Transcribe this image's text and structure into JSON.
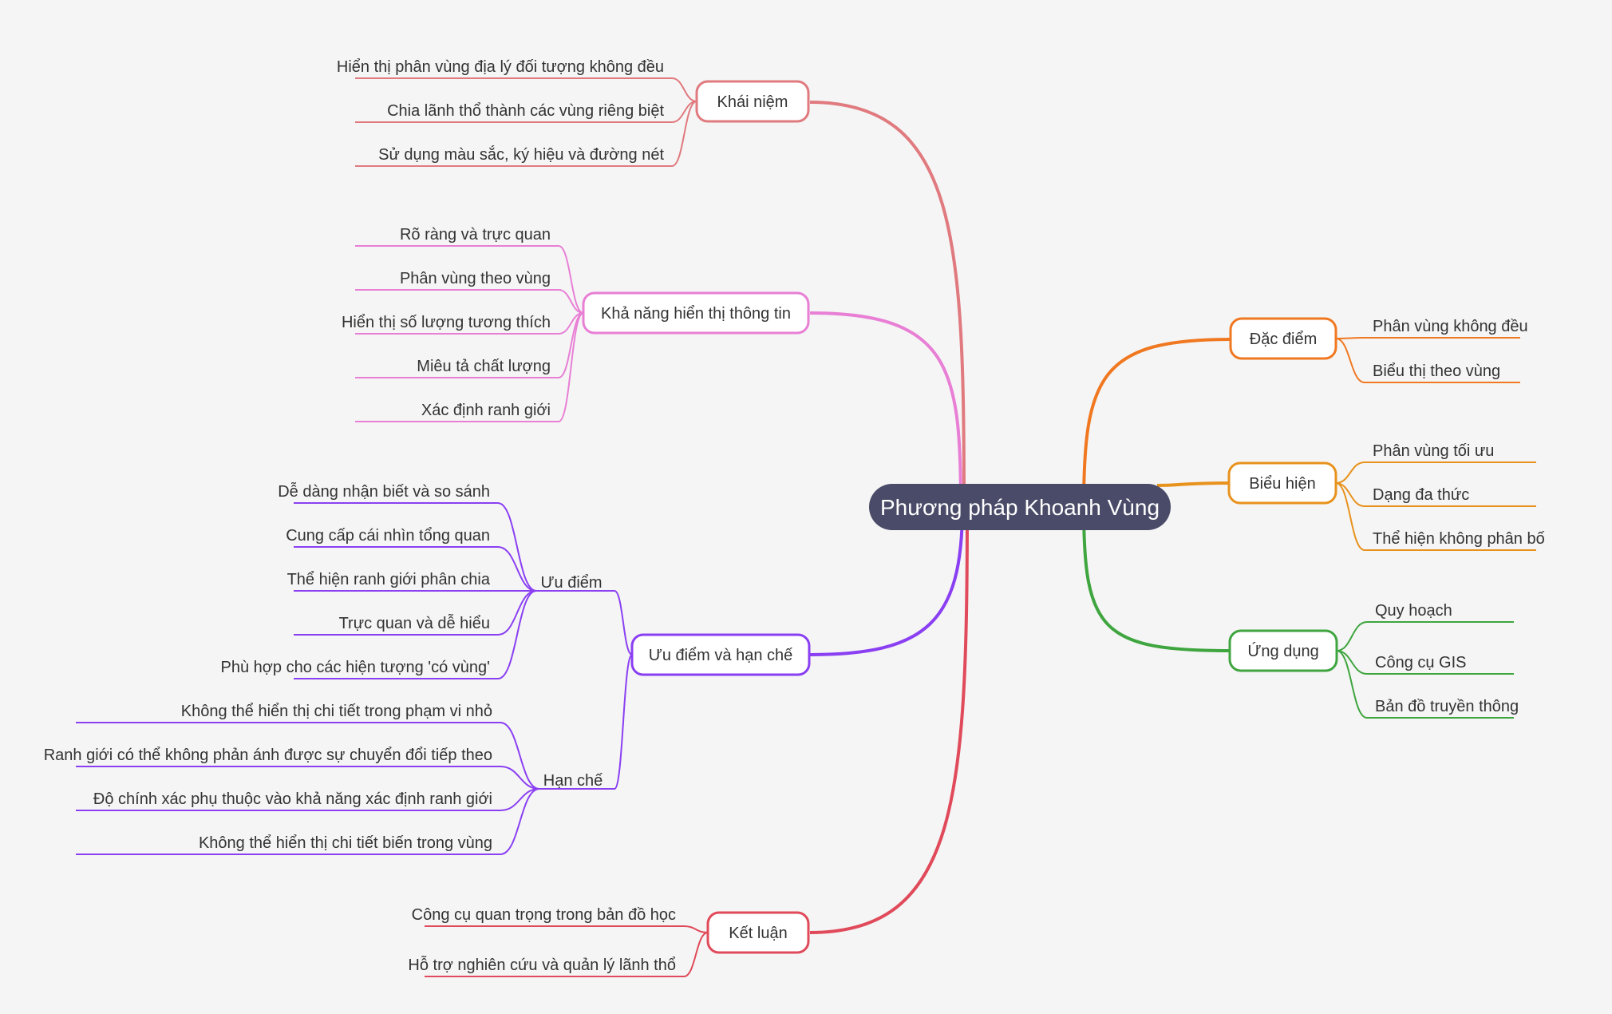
{
  "root": {
    "label": "Phương pháp Khoanh Vùng"
  },
  "colors": {
    "khai_niem": "#e07a7f",
    "kha_nang": "#e87fd5",
    "uu_diem_han_che": "#8a3ff2",
    "ket_luan": "#e04a5a",
    "dac_diem": "#f07820",
    "bieu_hien": "#e8921e",
    "ung_dung": "#3fa53f"
  },
  "branches": {
    "khai_niem": {
      "label": "Khái niệm",
      "items": [
        "Hiển thị phân vùng địa lý đối tượng không đều",
        "Chia lãnh thổ thành các vùng riêng biệt",
        "Sử dụng màu sắc, ký hiệu và đường nét"
      ]
    },
    "kha_nang": {
      "label": "Khả năng hiển thị thông tin",
      "items": [
        "Rõ ràng và trực quan",
        "Phân vùng theo vùng",
        "Hiển thị số lượng tương thích",
        "Miêu tả chất lượng",
        "Xác định ranh giới"
      ]
    },
    "uu_diem_han_che": {
      "label": "Ưu điểm và hạn chế",
      "uu_diem": {
        "label": "Ưu điểm",
        "items": [
          "Dễ dàng nhận biết và so sánh",
          "Cung cấp cái nhìn tổng quan",
          "Thể hiện ranh giới phân chia",
          "Trực quan và dễ hiểu",
          "Phù hợp cho các hiện tượng 'có vùng'"
        ]
      },
      "han_che": {
        "label": "Hạn chế",
        "items": [
          "Không thể hiển thị chi tiết trong phạm vi nhỏ",
          "Ranh giới có thể không phản ánh được sự chuyển đổi tiếp theo",
          "Độ chính xác phụ thuộc vào khả năng xác định ranh giới",
          "Không thể hiển thị chi tiết biến trong vùng"
        ]
      }
    },
    "ket_luan": {
      "label": "Kết luận",
      "items": [
        "Công cụ quan trọng trong bản đồ học",
        "Hỗ trợ nghiên cứu và quản lý lãnh thổ"
      ]
    },
    "dac_diem": {
      "label": "Đặc điểm",
      "items": [
        "Phân vùng không đều",
        "Biểu thị theo vùng"
      ]
    },
    "bieu_hien": {
      "label": "Biểu hiện",
      "items": [
        "Phân vùng tối ưu",
        "Dạng đa thức",
        "Thể hiện không phân bố"
      ]
    },
    "ung_dung": {
      "label": "Ứng dụng",
      "items": [
        "Quy hoạch",
        "Công cụ GIS",
        "Bản đồ truyền thông"
      ]
    }
  }
}
